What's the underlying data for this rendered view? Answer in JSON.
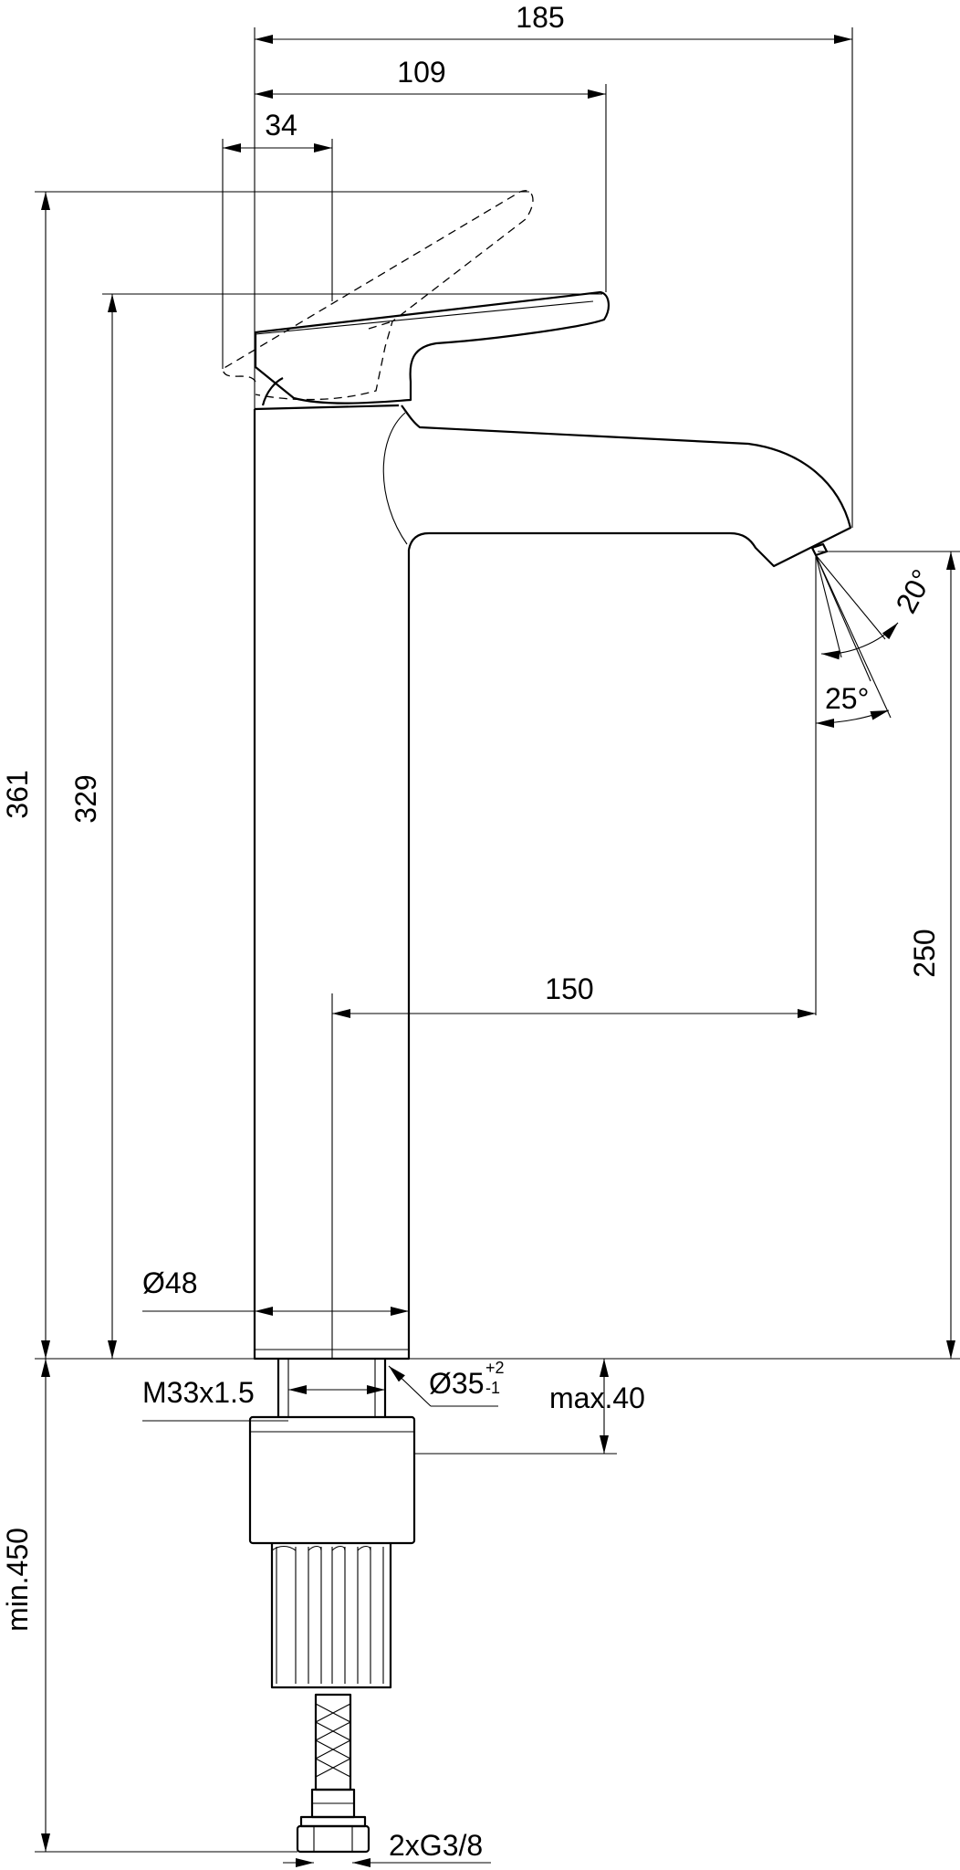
{
  "dimensions": {
    "overall_reach": "185",
    "handle_reach": "109",
    "handle_offset": "34",
    "total_height": "361",
    "body_height": "329",
    "spout_height": "250",
    "spout_projection": "150",
    "body_diameter": "Ø48",
    "thread": "M33x1.5",
    "hole_diameter": "Ø35",
    "hole_tol_plus": "+2",
    "hole_tol_minus": "-1",
    "max_deck_thickness": "max.40",
    "min_hose_length": "min.450",
    "connection": "2xG3/8",
    "flow_angle_1": "20°",
    "flow_angle_2": "25°"
  }
}
